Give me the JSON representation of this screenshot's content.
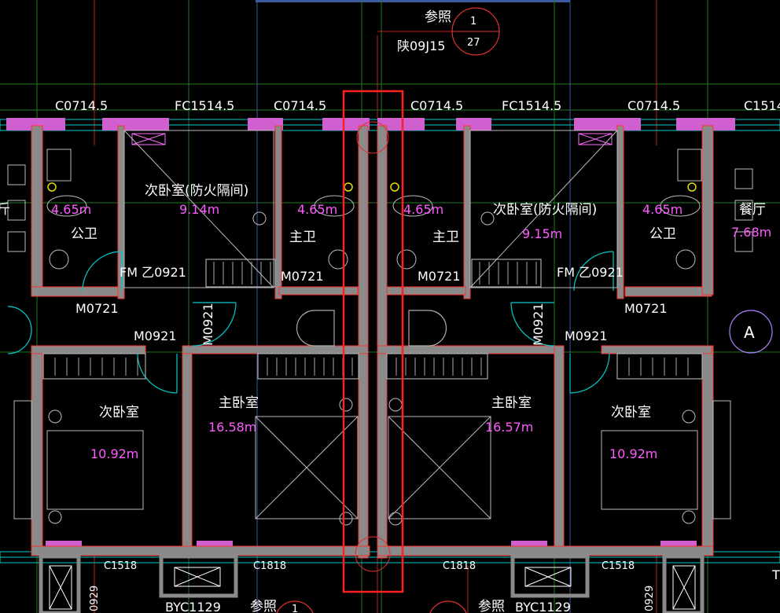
{
  "colors": {
    "background": "#000000",
    "wall_fill": "#8a8a8a",
    "wall_outline": "#ff3030",
    "grid_line": "#1f7a1f",
    "window_line": "#00cccc",
    "area_text": "#ff5cff",
    "highlight": "#ff2020"
  },
  "reference_top": {
    "text": "参照",
    "number": "1",
    "sheet": "27",
    "atlas": "陕09J15"
  },
  "reference_bottom_left": {
    "text": "参照",
    "number": "1"
  },
  "reference_bottom_right": {
    "text": "参照"
  },
  "axis_marker": "A",
  "windows_top": [
    "C0714.5",
    "FC1514.5",
    "C0714.5",
    "C0714.5",
    "FC1514.5",
    "C0714.5",
    "C1514"
  ],
  "windows_bottom": [
    "C1518",
    "C1818",
    "C1818",
    "C1518"
  ],
  "bay_windows": [
    "BYC1129",
    "BYC1129"
  ],
  "bottom_vertical": [
    "0929",
    "0929"
  ],
  "doors": {
    "m0721_left": "M0721",
    "m0721_main_left": "M0721",
    "m0721_main_right": "M0721",
    "m0721_right": "M0721",
    "m0921_left": "M0921",
    "m0921_left_vertical": "M0921",
    "m0921_right": "M0921",
    "m0921_right_vertical": "M0921",
    "fm_left": "FM 乙0921",
    "fm_right": "FM 乙0921"
  },
  "rooms": [
    {
      "name": "次卧室(防火隔间)",
      "area": "9.14m"
    },
    {
      "name": "公卫",
      "area": "4.65m"
    },
    {
      "name": "主卫",
      "area": "4.65m"
    },
    {
      "name": "主卫",
      "area": "4.65m"
    },
    {
      "name": "次卧室(防火隔间)",
      "area": "9.15m"
    },
    {
      "name": "公卫",
      "area": "4.65m"
    },
    {
      "name": "餐厅",
      "area": "7.68m"
    },
    {
      "name": "次卧室",
      "area": "10.92m"
    },
    {
      "name": "主卧室",
      "area": "16.58m"
    },
    {
      "name": "主卧室",
      "area": "16.57m"
    },
    {
      "name": "次卧室",
      "area": "10.92m"
    }
  ],
  "edge_fragment_left": "斤",
  "edge_fragment_right": "T"
}
